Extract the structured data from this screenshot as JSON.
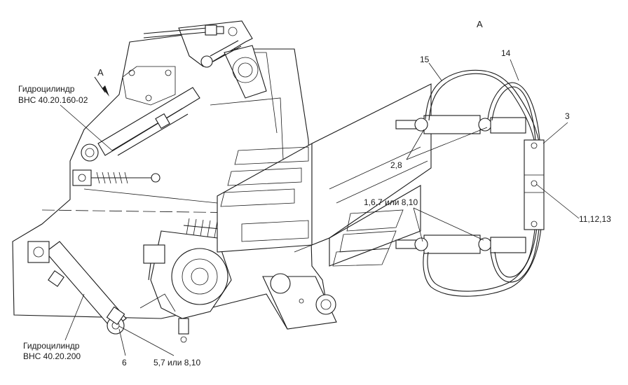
{
  "view": {
    "view_letter_top": "A",
    "view_letter_arrow": "A"
  },
  "callouts": {
    "cylinder_top": {
      "line1": "Гидроцилиндр",
      "line2": "ВНС 40.20.160-02"
    },
    "cylinder_bottom": {
      "line1": "Гидроцилиндр",
      "line2": "ВНС 40.20.200"
    },
    "pos_15": "15",
    "pos_14": "14",
    "pos_3": "3",
    "pos_2_8": "2,8",
    "pos_1_6_7": "1,6,7 или 8,10",
    "pos_11_12_13": "11,12,13",
    "pos_6": "6",
    "pos_5_7": "5,7 или 8,10"
  }
}
